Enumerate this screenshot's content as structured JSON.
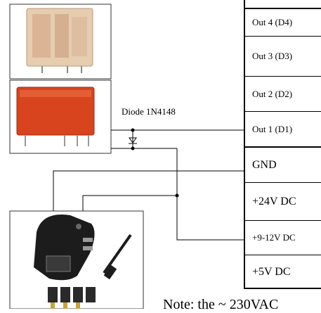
{
  "diode_label": "Diode 1N4148",
  "terminals": [
    {
      "label": "Out 4 (D4)"
    },
    {
      "label": "Out 3 (D3)"
    },
    {
      "label": "Out 2 (D2)"
    },
    {
      "label": "Out 1 (D1)"
    },
    {
      "label": "GND"
    },
    {
      "label": "+24V DC"
    },
    {
      "label": "+9-12V DC"
    },
    {
      "label": "+5V DC"
    }
  ],
  "footer_note": "Note: the ~ 230VAC",
  "colors": {
    "relay_red": "#d8441e",
    "relay_clear": "#e6cdb0",
    "adapter_black": "#1c1c1c",
    "line": "#000000"
  },
  "images": {
    "top_relay": "clear relay photo",
    "red_relay": "red relay photo",
    "adapter": "universal power adapter photo"
  }
}
